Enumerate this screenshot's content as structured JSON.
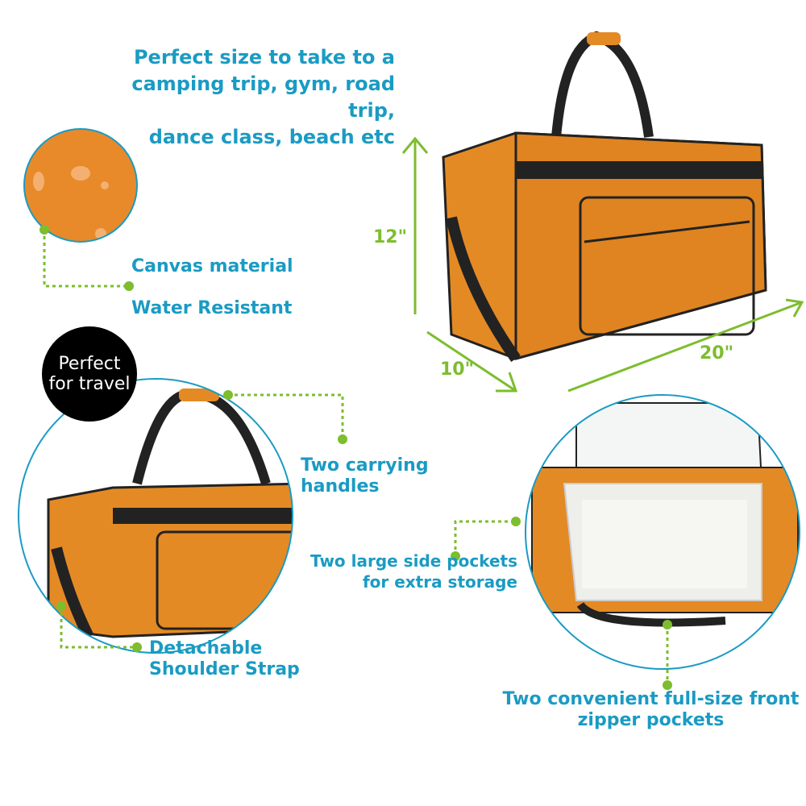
{
  "headline": [
    "Perfect size to take to a",
    "camping trip, gym, road trip,",
    "dance class, beach etc"
  ],
  "dimensions": {
    "height": "12\"",
    "depth": "10\"",
    "width": "20\""
  },
  "features": {
    "material": "Canvas material",
    "water": "Water Resistant",
    "badge": [
      "Perfect",
      "for travel"
    ],
    "handles": [
      "Two carrying",
      "handles"
    ],
    "strap": [
      "Detachable",
      "Shoulder Strap"
    ],
    "side_pockets": [
      "Two large side pockets",
      "for extra storage"
    ],
    "front_pockets": [
      "Two convenient full-size front",
      "zipper pockets"
    ]
  },
  "colors": {
    "text": "#1a9bc3",
    "accent": "#7dbd2e",
    "bag": "#e48a25"
  }
}
